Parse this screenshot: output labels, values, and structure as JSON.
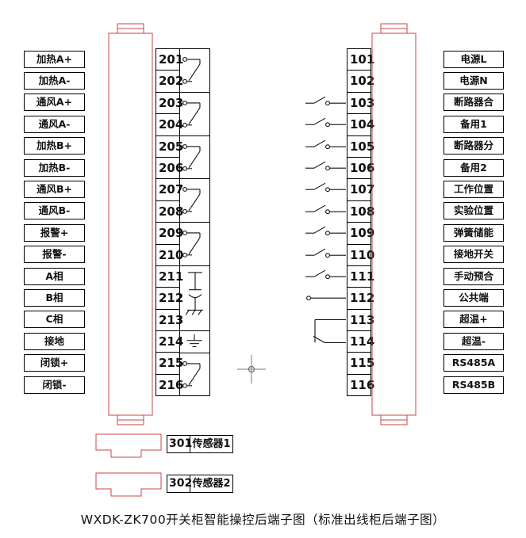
{
  "title_caption": "WXDK-ZK700开关柜智能操控后端子图（标准出线柜后端子图）",
  "left_block": {
    "labels": [
      "加热A+",
      "加热A-",
      "通风A+",
      "通风A-",
      "加热B+",
      "加热B-",
      "通风B+",
      "通风B-",
      "报警+",
      "报警-",
      "A相",
      "B相",
      "C相",
      "接地",
      "闭锁+",
      "闭锁-"
    ],
    "terminals": [
      "201",
      "202",
      "203",
      "204",
      "205",
      "206",
      "207",
      "208",
      "209",
      "210",
      "211",
      "212",
      "213",
      "214",
      "215",
      "216"
    ]
  },
  "right_block": {
    "terminals": [
      "101",
      "102",
      "103",
      "104",
      "105",
      "106",
      "107",
      "108",
      "109",
      "110",
      "111",
      "112",
      "113",
      "114",
      "115",
      "116"
    ],
    "labels": [
      "电源L",
      "电源N",
      "断路器合",
      "备用1",
      "断路器分",
      "备用2",
      "工作位置",
      "实验位置",
      "弹簧储能",
      "接地开关",
      "手动预合",
      "公共端",
      "超温+",
      "超温-",
      "RS485A",
      "RS485B"
    ]
  },
  "sensor_block": {
    "items": [
      {
        "terminal": "301",
        "label": "传感器1"
      },
      {
        "terminal": "302",
        "label": "传感器2"
      }
    ]
  },
  "colors": {
    "connector_outline": "#cc4444",
    "line_color": "#1a1a1a"
  }
}
